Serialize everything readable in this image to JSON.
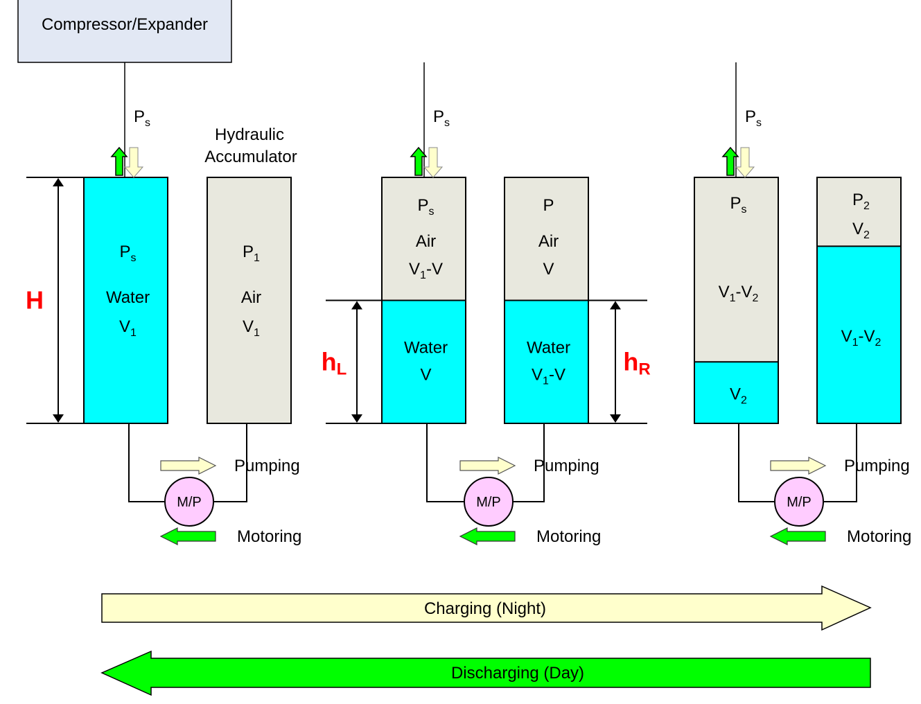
{
  "colors": {
    "water": "#00ffff",
    "air": "#e8e8de",
    "compressor_fill": "#e2e8f4",
    "charging": "#ffffcc",
    "discharging": "#00ff00",
    "motor_pump": "#ffccff",
    "dimension_label": "#ff0000",
    "line": "#000000"
  },
  "compressor": {
    "label": "Compressor/Expander"
  },
  "accumulator_label": [
    "Hydraulic",
    "Accumulator"
  ],
  "supply_pressure": {
    "main": "P",
    "sub": "s"
  },
  "stages": [
    {
      "name": "initial",
      "dimension": {
        "main": "H",
        "sub": ""
      },
      "left_tank": {
        "fill_fraction": 1.0,
        "upper_lines": [],
        "lower_lines": [
          {
            "main": "P",
            "sub": "s"
          },
          {
            "main": "Water",
            "sub": ""
          },
          {
            "main": "V",
            "sub": "1"
          }
        ]
      },
      "right_tank": {
        "fill_fraction": 0.0,
        "upper_lines": [
          {
            "main": "P",
            "sub": "1"
          },
          {
            "main": "Air",
            "sub": ""
          },
          {
            "main": "V",
            "sub": "1"
          }
        ],
        "lower_lines": []
      }
    },
    {
      "name": "intermediate",
      "dimension_left": {
        "main": "h",
        "sub": "L"
      },
      "dimension_right": {
        "main": "h",
        "sub": "R"
      },
      "left_tank": {
        "fill_fraction": 0.5,
        "upper_lines": [
          {
            "main": "P",
            "sub": "s"
          },
          {
            "main": "Air",
            "sub": ""
          },
          {
            "main": "V",
            "sub": "1",
            "tail": "-V"
          }
        ],
        "lower_lines": [
          {
            "main": "Water",
            "sub": ""
          },
          {
            "main": "V",
            "sub": ""
          }
        ]
      },
      "right_tank": {
        "fill_fraction": 0.5,
        "upper_lines": [
          {
            "main": "P",
            "sub": ""
          },
          {
            "main": "Air",
            "sub": ""
          },
          {
            "main": "V",
            "sub": ""
          }
        ],
        "lower_lines": [
          {
            "main": "Water",
            "sub": ""
          },
          {
            "main": "V",
            "sub": "1",
            "tail": "-V"
          }
        ]
      }
    },
    {
      "name": "final",
      "left_tank": {
        "fill_fraction": 0.25,
        "upper_lines": [
          {
            "main": "P",
            "sub": "s"
          },
          {
            "main": "V",
            "sub": "1",
            "tail": "-V",
            "tail_sub": "2"
          }
        ],
        "lower_lines": [
          {
            "main": "V",
            "sub": "2"
          }
        ]
      },
      "right_tank": {
        "fill_fraction": 0.72,
        "upper_lines": [
          {
            "main": "P",
            "sub": "2"
          },
          {
            "main": "V",
            "sub": "2"
          }
        ],
        "lower_lines": [
          {
            "main": "V",
            "sub": "1",
            "tail": "-V",
            "tail_sub": "2"
          }
        ]
      }
    }
  ],
  "motor_pump": {
    "label": "M/P"
  },
  "pumping_label": "Pumping",
  "motoring_label": "Motoring",
  "charging_label": "Charging (Night)",
  "discharging_label": "Discharging (Day)"
}
